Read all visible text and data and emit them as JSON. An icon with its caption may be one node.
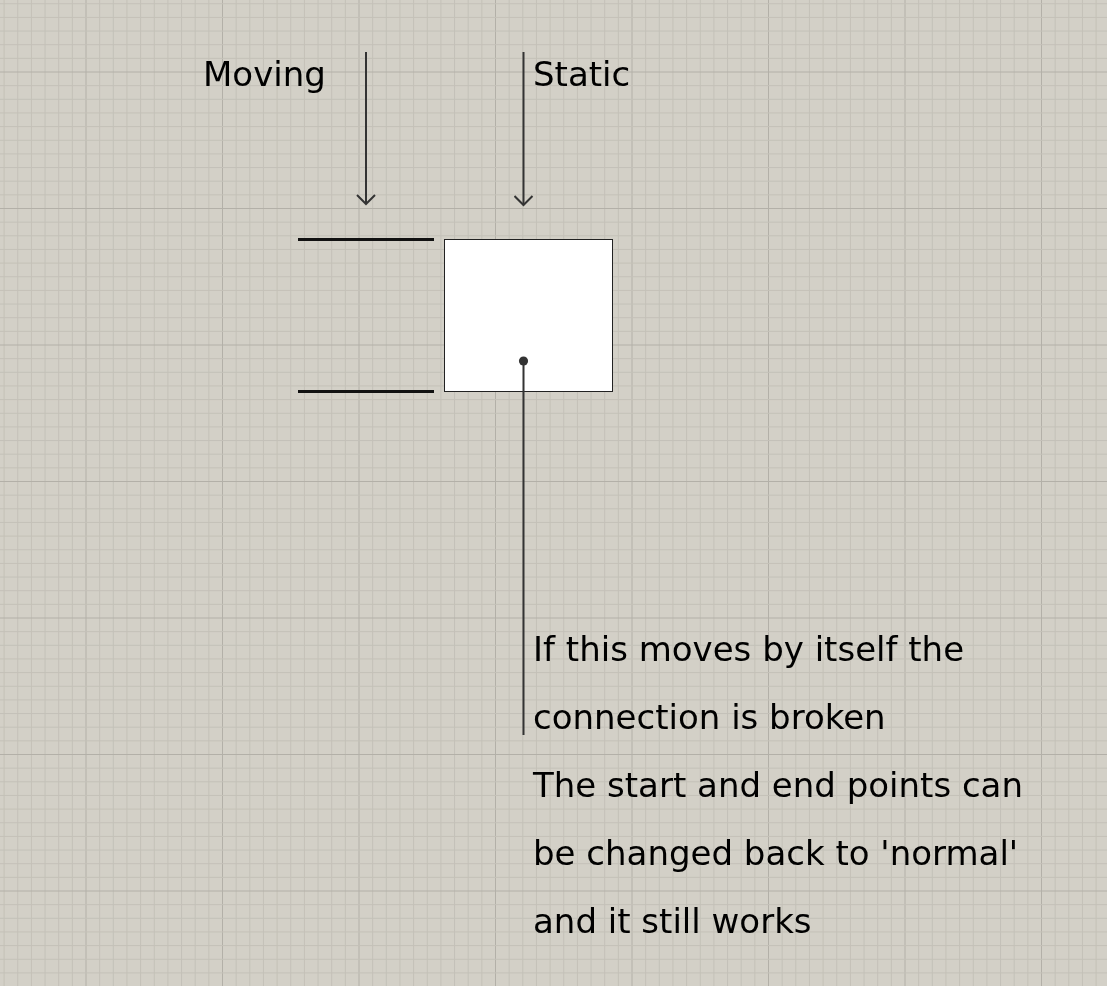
{
  "diagram": {
    "nodes": [
      {
        "text": [
          "Moving"
        ]
      },
      {
        "text": [],
        "shape": "box"
      },
      {
        "text": [
          "Static"
        ]
      },
      {
        "text": [],
        "shape": "box"
      },
      {
        "text": [
          "If this moves by itself the connection is broken"
        ]
      }
    ],
    "edges": [
      {
        "from": 0,
        "to": 1,
        "arrow": "to"
      },
      {
        "from": 2,
        "to": 3,
        "arrow": "to"
      },
      {
        "from": 4,
        "to": 3,
        "arrow": "other"
      }
    ],
    "labels": [
      "The start and end points can be changed back to 'normal' and it still works"
    ]
  }
}
